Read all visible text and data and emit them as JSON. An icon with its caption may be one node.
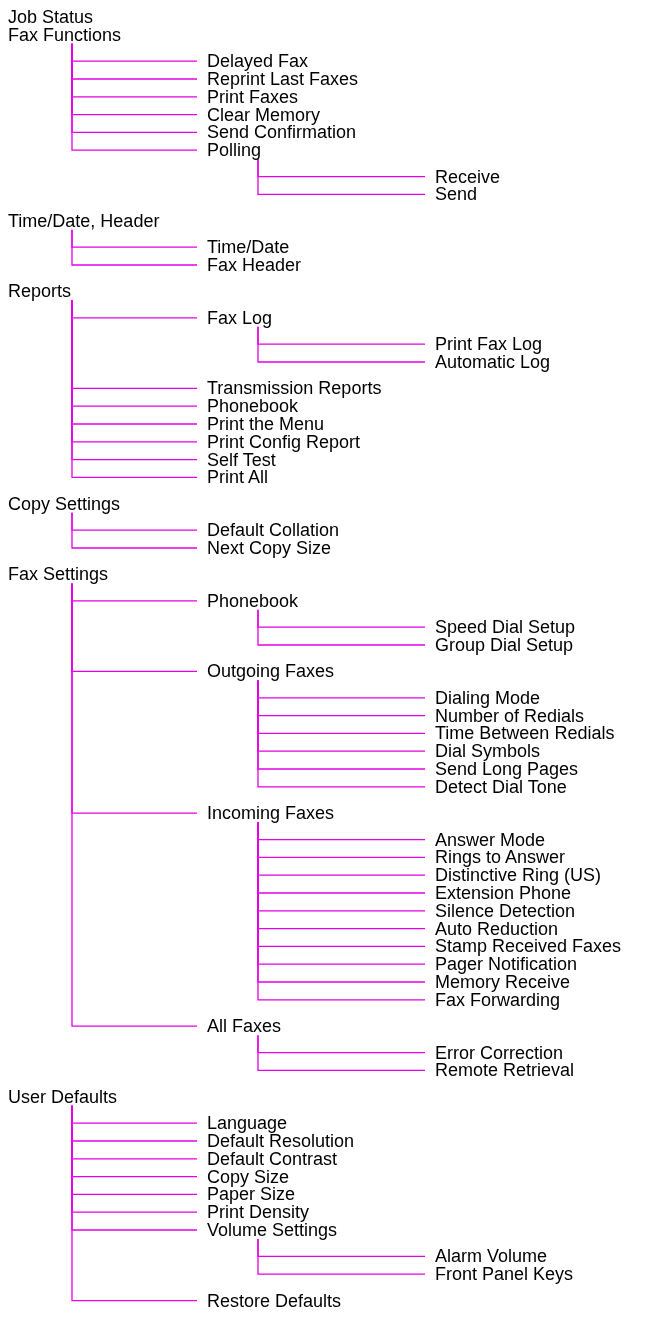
{
  "diagram": {
    "nodes": [
      {
        "text": [
          "Job Status"
        ]
      },
      {
        "text": [
          "Fax Functions"
        ]
      },
      {
        "text": [
          "Delayed Fax"
        ]
      },
      {
        "text": [
          "Reprint Last Faxes"
        ]
      },
      {
        "text": [
          "Print Faxes"
        ]
      },
      {
        "text": [
          "Clear Memory"
        ]
      },
      {
        "text": [
          "Send Confirmation"
        ]
      },
      {
        "text": [
          "Polling"
        ]
      },
      {
        "text": [
          "Receive"
        ]
      },
      {
        "text": [
          "Send"
        ]
      },
      {
        "text": [
          "Time/Date, Header"
        ]
      },
      {
        "text": [
          "Time/Date"
        ]
      },
      {
        "text": [
          "Fax Header"
        ]
      },
      {
        "text": [
          "Reports"
        ]
      },
      {
        "text": [
          "Fax Log"
        ]
      },
      {
        "text": [
          "Print Fax Log"
        ]
      },
      {
        "text": [
          "Automatic Log"
        ]
      },
      {
        "text": [
          "Transmission Reports"
        ]
      },
      {
        "text": [
          "Phonebook"
        ]
      },
      {
        "text": [
          "Print the Menu"
        ]
      },
      {
        "text": [
          "Print Config Report"
        ]
      },
      {
        "text": [
          "Self Test"
        ]
      },
      {
        "text": [
          "Print All"
        ]
      },
      {
        "text": [
          "Copy Settings"
        ]
      },
      {
        "text": [
          "Default Collation"
        ]
      },
      {
        "text": [
          "Next Copy Size"
        ]
      },
      {
        "text": [
          "Fax Settings"
        ]
      },
      {
        "text": [
          "Phonebook"
        ]
      },
      {
        "text": [
          "Speed Dial Setup"
        ]
      },
      {
        "text": [
          "Group Dial Setup"
        ]
      },
      {
        "text": [
          "Outgoing Faxes"
        ]
      },
      {
        "text": [
          "Dialing Mode"
        ]
      },
      {
        "text": [
          "Number of Redials"
        ]
      },
      {
        "text": [
          "Time Between Redials"
        ]
      },
      {
        "text": [
          "Dial Symbols"
        ]
      },
      {
        "text": [
          "Send Long Pages"
        ]
      },
      {
        "text": [
          "Detect Dial Tone"
        ]
      },
      {
        "text": [
          "Incoming Faxes"
        ]
      },
      {
        "text": [
          "Answer Mode"
        ]
      },
      {
        "text": [
          "Rings to Answer"
        ]
      },
      {
        "text": [
          "Distinctive Ring (US)"
        ]
      },
      {
        "text": [
          "Extension Phone"
        ]
      },
      {
        "text": [
          "Silence Detection"
        ]
      },
      {
        "text": [
          "Auto Reduction"
        ]
      },
      {
        "text": [
          "Stamp Received Faxes"
        ]
      },
      {
        "text": [
          "Pager Notification"
        ]
      },
      {
        "text": [
          "Memory Receive"
        ]
      },
      {
        "text": [
          "Fax Forwarding"
        ]
      },
      {
        "text": [
          "All Faxes"
        ]
      },
      {
        "text": [
          "Error Correction"
        ]
      },
      {
        "text": [
          "Remote Retrieval"
        ]
      },
      {
        "text": [
          "User Defaults"
        ]
      },
      {
        "text": [
          "Language"
        ]
      },
      {
        "text": [
          "Default Resolution"
        ]
      },
      {
        "text": [
          "Default Contrast"
        ]
      },
      {
        "text": [
          "Copy Size"
        ]
      },
      {
        "text": [
          "Paper Size"
        ]
      },
      {
        "text": [
          "Print Density"
        ]
      },
      {
        "text": [
          "Volume Settings"
        ]
      },
      {
        "text": [
          "Alarm Volume"
        ]
      },
      {
        "text": [
          "Front Panel Keys"
        ]
      },
      {
        "text": [
          "Restore Defaults"
        ]
      }
    ],
    "edges": [
      {
        "from": 1,
        "to": 2,
        "arrow": "none"
      },
      {
        "from": 1,
        "to": 3,
        "arrow": "none"
      },
      {
        "from": 1,
        "to": 4,
        "arrow": "none"
      },
      {
        "from": 1,
        "to": 5,
        "arrow": "none"
      },
      {
        "from": 1,
        "to": 6,
        "arrow": "none"
      },
      {
        "from": 1,
        "to": 7,
        "arrow": "none"
      },
      {
        "from": 7,
        "to": 8,
        "arrow": "none"
      },
      {
        "from": 7,
        "to": 9,
        "arrow": "none"
      },
      {
        "from": 10,
        "to": 11,
        "arrow": "none"
      },
      {
        "from": 10,
        "to": 12,
        "arrow": "none"
      },
      {
        "from": 13,
        "to": 14,
        "arrow": "none"
      },
      {
        "from": 14,
        "to": 15,
        "arrow": "none"
      },
      {
        "from": 14,
        "to": 16,
        "arrow": "none"
      },
      {
        "from": 13,
        "to": 17,
        "arrow": "none"
      },
      {
        "from": 13,
        "to": 18,
        "arrow": "none"
      },
      {
        "from": 13,
        "to": 19,
        "arrow": "none"
      },
      {
        "from": 13,
        "to": 20,
        "arrow": "none"
      },
      {
        "from": 13,
        "to": 21,
        "arrow": "none"
      },
      {
        "from": 13,
        "to": 22,
        "arrow": "none"
      },
      {
        "from": 23,
        "to": 24,
        "arrow": "none"
      },
      {
        "from": 23,
        "to": 25,
        "arrow": "none"
      },
      {
        "from": 26,
        "to": 27,
        "arrow": "none"
      },
      {
        "from": 27,
        "to": 28,
        "arrow": "none"
      },
      {
        "from": 27,
        "to": 29,
        "arrow": "none"
      },
      {
        "from": 26,
        "to": 30,
        "arrow": "none"
      },
      {
        "from": 30,
        "to": 31,
        "arrow": "none"
      },
      {
        "from": 30,
        "to": 32,
        "arrow": "none"
      },
      {
        "from": 30,
        "to": 33,
        "arrow": "none"
      },
      {
        "from": 30,
        "to": 34,
        "arrow": "none"
      },
      {
        "from": 30,
        "to": 35,
        "arrow": "none"
      },
      {
        "from": 30,
        "to": 36,
        "arrow": "none"
      },
      {
        "from": 26,
        "to": 37,
        "arrow": "none"
      },
      {
        "from": 37,
        "to": 38,
        "arrow": "none"
      },
      {
        "from": 37,
        "to": 39,
        "arrow": "none"
      },
      {
        "from": 37,
        "to": 40,
        "arrow": "none"
      },
      {
        "from": 37,
        "to": 41,
        "arrow": "none"
      },
      {
        "from": 37,
        "to": 42,
        "arrow": "none"
      },
      {
        "from": 37,
        "to": 43,
        "arrow": "none"
      },
      {
        "from": 37,
        "to": 44,
        "arrow": "none"
      },
      {
        "from": 37,
        "to": 45,
        "arrow": "none"
      },
      {
        "from": 37,
        "to": 46,
        "arrow": "none"
      },
      {
        "from": 37,
        "to": 47,
        "arrow": "none"
      },
      {
        "from": 26,
        "to": 48,
        "arrow": "none"
      },
      {
        "from": 48,
        "to": 49,
        "arrow": "none"
      },
      {
        "from": 48,
        "to": 50,
        "arrow": "none"
      },
      {
        "from": 51,
        "to": 52,
        "arrow": "none"
      },
      {
        "from": 51,
        "to": 53,
        "arrow": "none"
      },
      {
        "from": 51,
        "to": 54,
        "arrow": "none"
      },
      {
        "from": 51,
        "to": 55,
        "arrow": "none"
      },
      {
        "from": 51,
        "to": 56,
        "arrow": "none"
      },
      {
        "from": 51,
        "to": 57,
        "arrow": "none"
      },
      {
        "from": 51,
        "to": 58,
        "arrow": "none"
      },
      {
        "from": 58,
        "to": 59,
        "arrow": "none"
      },
      {
        "from": 58,
        "to": 60,
        "arrow": "none"
      },
      {
        "from": 51,
        "to": 61,
        "arrow": "none"
      }
    ]
  }
}
